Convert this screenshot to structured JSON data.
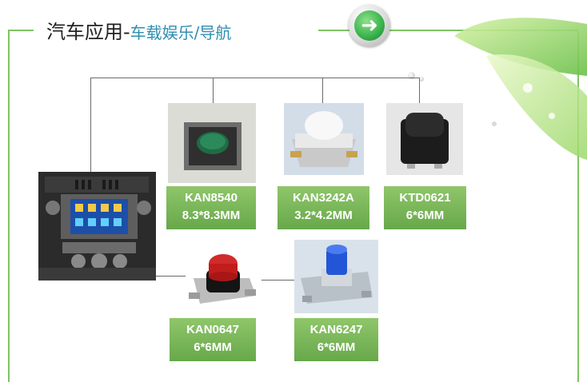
{
  "header": {
    "title_main": "汽车应用",
    "title_sep": "-",
    "title_sub": "车载娱乐/导航"
  },
  "nav": {
    "icon": "arrow-right-icon",
    "glyph": "➜"
  },
  "colors": {
    "frame": "#7fc463",
    "label_top": "#8fc66a",
    "label_bottom": "#67a84a",
    "subtitle": "#2f8fb0"
  },
  "products": [
    {
      "model": "KAN8540",
      "size": "8.3*8.3MM"
    },
    {
      "model": "KAN3242A",
      "size": "3.2*4.2MM"
    },
    {
      "model": "KTD0621",
      "size": "6*6MM"
    },
    {
      "model": "KAN0647",
      "size": "6*6MM"
    },
    {
      "model": "KAN6247",
      "size": "6*6MM"
    }
  ]
}
